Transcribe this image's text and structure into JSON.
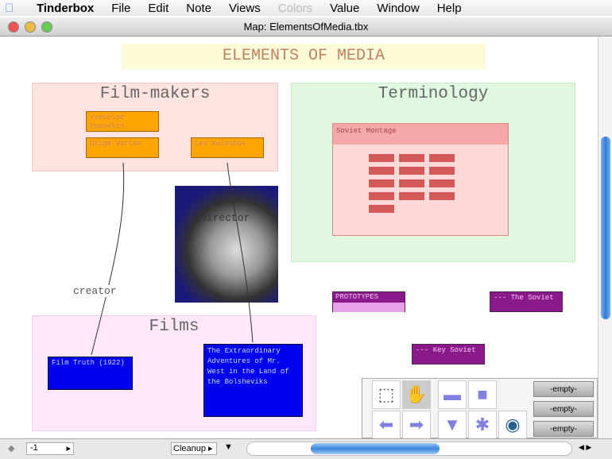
{
  "menubar": {
    "app": "Tinderbox",
    "items": [
      "File",
      "Edit",
      "Note",
      "Views",
      "Colors",
      "Value",
      "Window",
      "Help"
    ]
  },
  "window": {
    "title": "Map: ElementsOfMedia.tbx"
  },
  "map": {
    "title": "ELEMENTS OF MEDIA",
    "adornments": {
      "filmmakers": "Film-makers",
      "terminology": "Terminology",
      "films": "Films"
    },
    "notes": {
      "pudovkin": "Vsevolod Pudovkin",
      "vertov": "Dziga Vertov",
      "kuleshov": "Lev Kuleshov",
      "montage": "Soviet Montage",
      "prototypes": "PROTOTYPES",
      "the_soviet": "--- The Soviet",
      "key_soviet": "--- Key Soviet",
      "film_truth": "Film Truth (1922)",
      "mr_west": "The Extraordinary Adventures of Mr. West in the Land of the Bolsheviks"
    },
    "links": {
      "creator": "creator",
      "director": "director"
    }
  },
  "palette": {
    "empty": [
      "-empty-",
      "-empty-",
      "-empty-"
    ]
  },
  "bottom": {
    "field": "-1",
    "cleanup": "Cleanup"
  }
}
